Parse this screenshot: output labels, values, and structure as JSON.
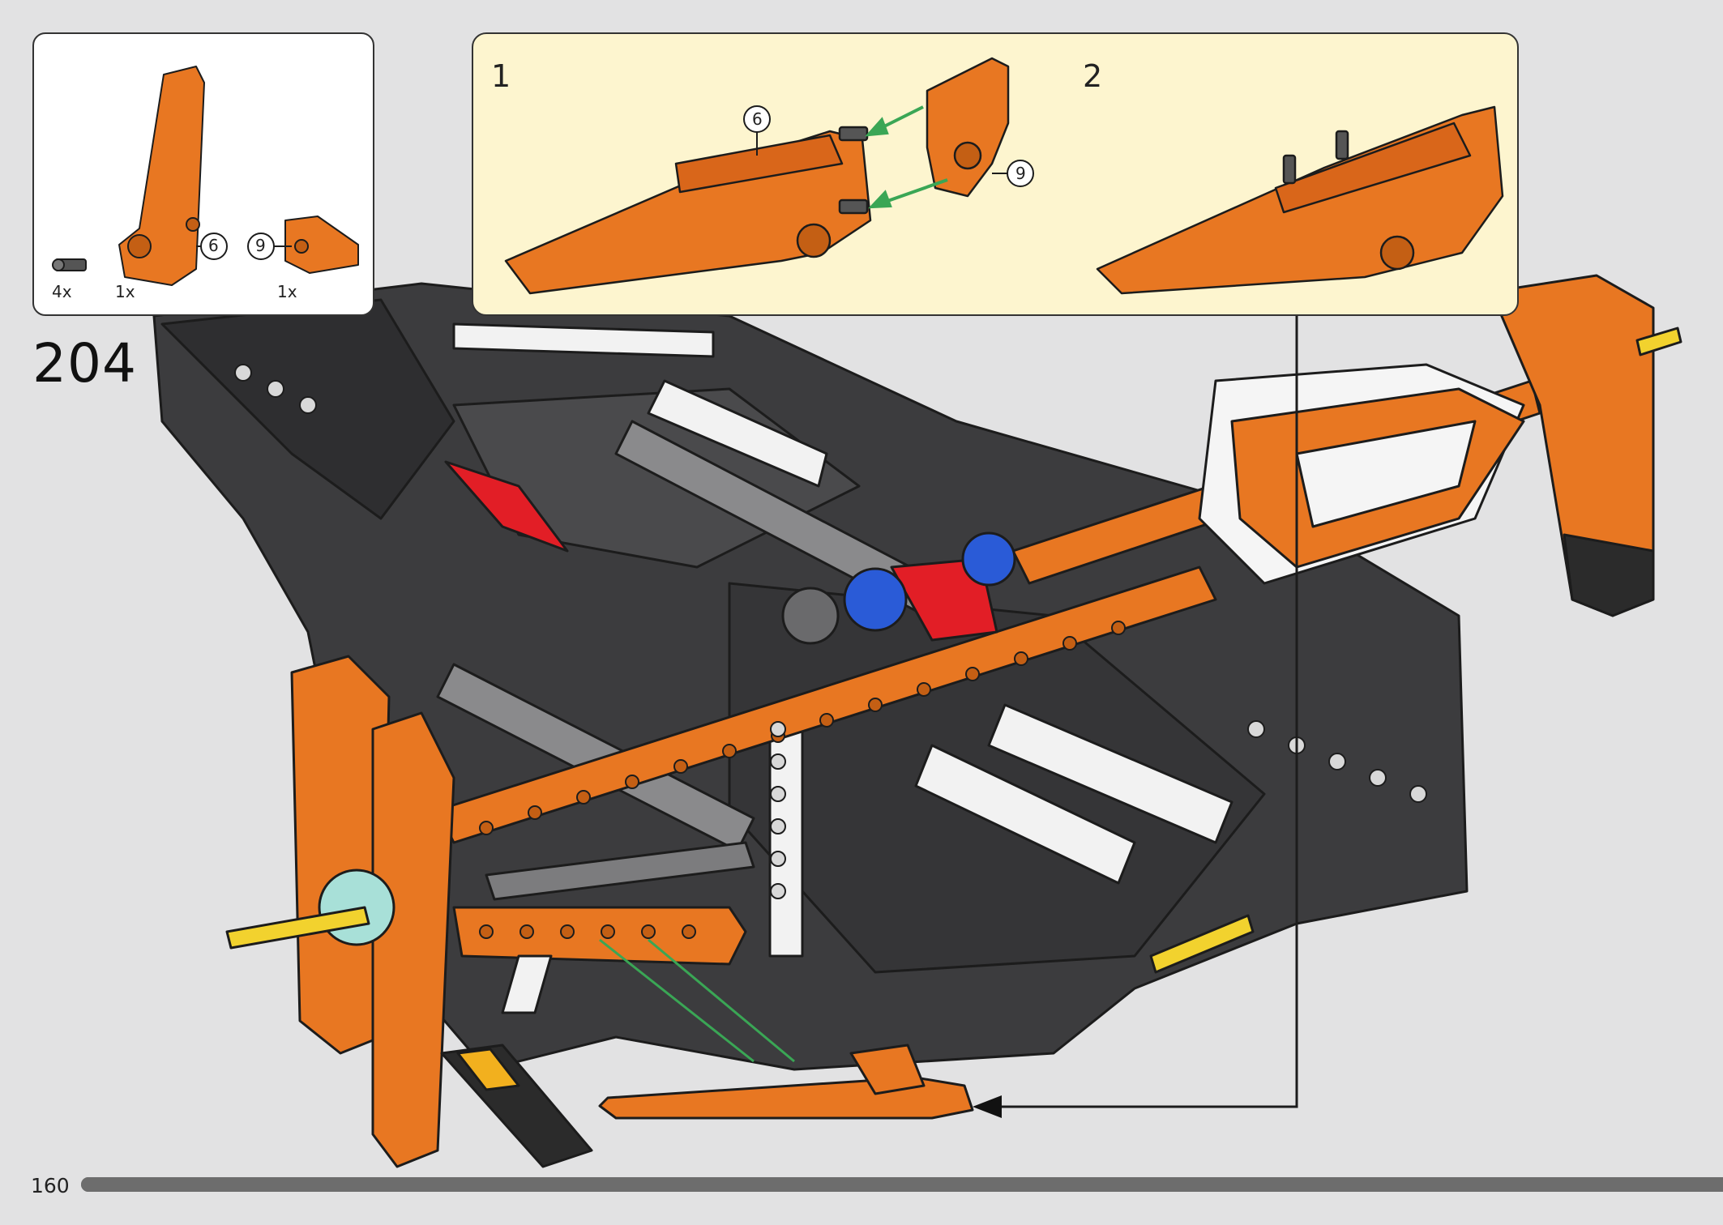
{
  "step": {
    "number": "204"
  },
  "parts_list": {
    "items": [
      {
        "name": "axle-pin",
        "qty": "4x"
      },
      {
        "name": "orange-panel-6",
        "qty": "1x",
        "callout": "6"
      },
      {
        "name": "orange-panel-9",
        "qty": "1x",
        "callout": "9"
      }
    ]
  },
  "callout": {
    "substeps": [
      {
        "number": "1",
        "labels": [
          "6",
          "9"
        ]
      },
      {
        "number": "2"
      }
    ]
  },
  "footer": {
    "page_number": "160",
    "progress": 1.0
  },
  "colors": {
    "orange": "#e87722",
    "dark": "#3a3a3c",
    "callout_bg": "#fdf5cf",
    "arrow_green": "#3aa655"
  }
}
